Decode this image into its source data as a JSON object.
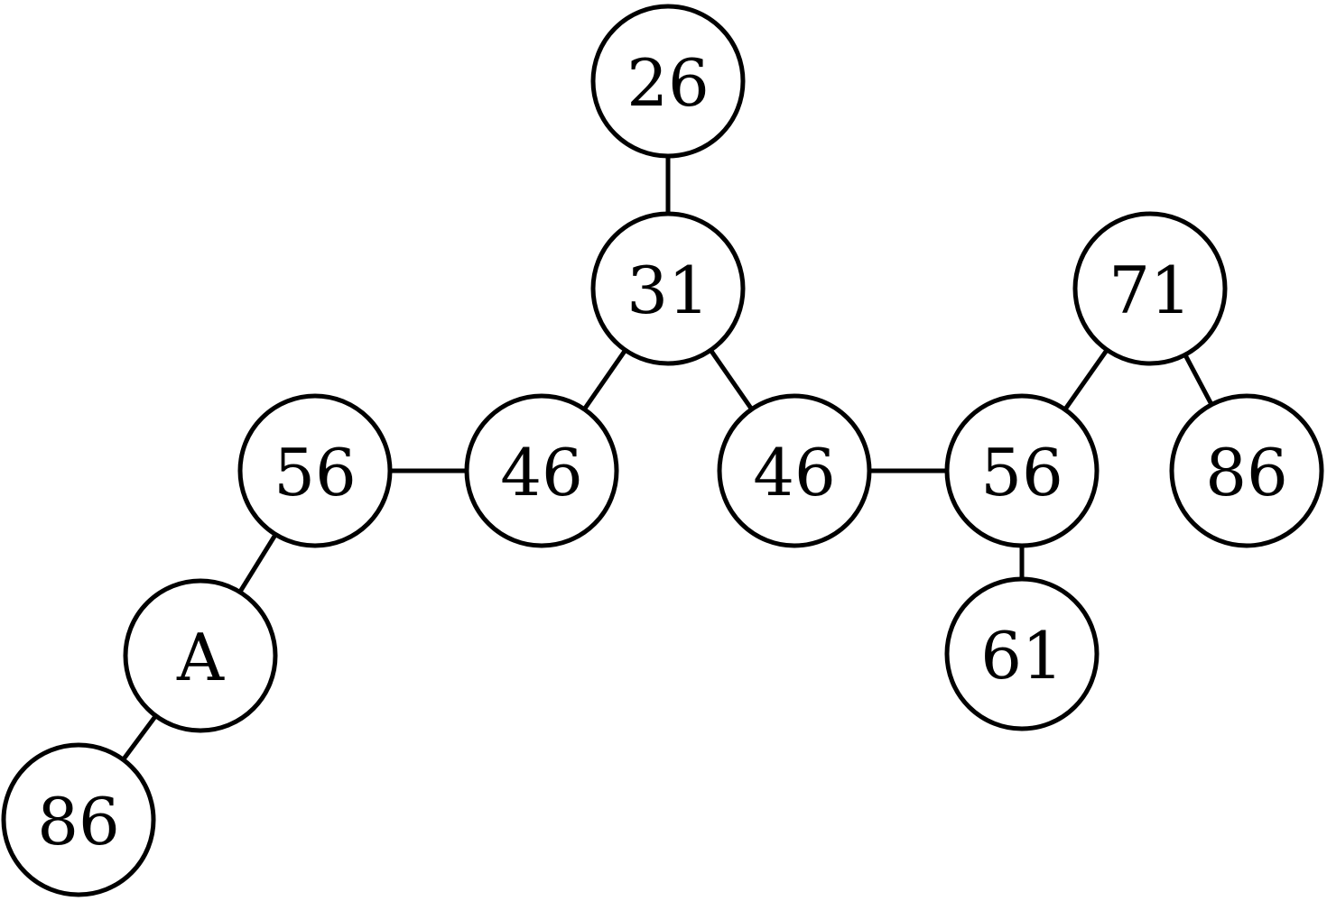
{
  "graph": {
    "nodes": [
      {
        "id": "n1",
        "label": "26"
      },
      {
        "id": "n2",
        "label": "31"
      },
      {
        "id": "n3",
        "label": "46"
      },
      {
        "id": "n4",
        "label": "46"
      },
      {
        "id": "n5",
        "label": "56"
      },
      {
        "id": "n6",
        "label": "A"
      },
      {
        "id": "n7",
        "label": "86"
      },
      {
        "id": "n8",
        "label": "56"
      },
      {
        "id": "n9",
        "label": "61"
      },
      {
        "id": "n10",
        "label": "71"
      },
      {
        "id": "n11",
        "label": "86"
      }
    ],
    "edges": [
      [
        "n1",
        "n2"
      ],
      [
        "n2",
        "n3"
      ],
      [
        "n2",
        "n4"
      ],
      [
        "n3",
        "n5"
      ],
      [
        "n5",
        "n6"
      ],
      [
        "n6",
        "n7"
      ],
      [
        "n4",
        "n8"
      ],
      [
        "n8",
        "n9"
      ],
      [
        "n8",
        "n10"
      ],
      [
        "n10",
        "n11"
      ]
    ]
  }
}
